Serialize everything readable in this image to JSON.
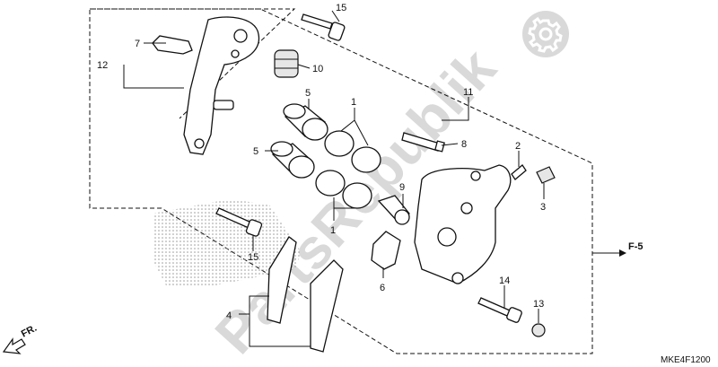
{
  "watermark": {
    "text": "PartsRepublik",
    "gear_icon": "gear-icon"
  },
  "callouts": {
    "c1a": "1",
    "c1b": "1",
    "c2": "2",
    "c3": "3",
    "c4": "4",
    "c5a": "5",
    "c5b": "5",
    "c6": "6",
    "c7": "7",
    "c8": "8",
    "c9": "9",
    "c10": "10",
    "c11": "11",
    "c12": "12",
    "c13": "13",
    "c14": "14",
    "c15a": "15",
    "c15b": "15"
  },
  "reference": {
    "label": "F-5"
  },
  "direction": {
    "label": "FR.",
    "icon": "arrow-left-icon"
  },
  "diagram_code": "MKE4F1200",
  "colors": {
    "line": "#111111",
    "watermark": "#d9d9d9",
    "dots": "#9a9a9a"
  }
}
